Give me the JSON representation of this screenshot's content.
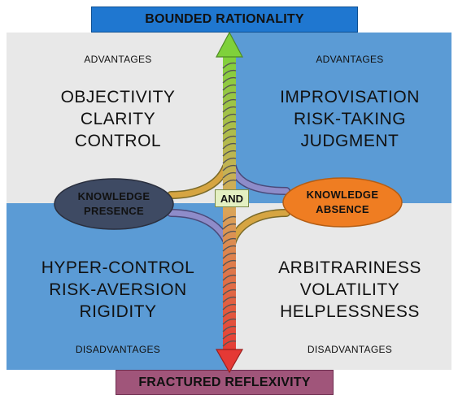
{
  "top_banner": {
    "label": "BOUNDED RATIONALITY"
  },
  "bottom_banner": {
    "label": "FRACTURED REFLEXIVITY"
  },
  "top_left": {
    "header": "ADVANTAGES",
    "items": [
      "OBJECTIVITY",
      "CLARITY",
      "CONTROL"
    ]
  },
  "top_right": {
    "header": "ADVANTAGES",
    "items": [
      "IMPROVISATION",
      "RISK-TAKING",
      "JUDGMENT"
    ]
  },
  "bottom_left": {
    "footer": "DISADVANTAGES",
    "items": [
      "HYPER-CONTROL",
      "RISK-AVERSION",
      "RIGIDITY"
    ]
  },
  "bottom_right": {
    "footer": "DISADVANTAGES",
    "items": [
      "ARBITRARINESS",
      "VOLATILITY",
      "HELPLESSNESS"
    ]
  },
  "knowledge_presence": {
    "line1": "KNOWLEDGE",
    "line2": "PRESENCE",
    "color": "#3e4a63"
  },
  "knowledge_absence": {
    "line1": "KNOWLEDGE",
    "line2": "ABSENCE",
    "color": "#ef7d22"
  },
  "connector": {
    "label": "AND"
  },
  "colors": {
    "light_quadrant": "#e8e8e8",
    "blue_quadrant": "#5b9bd5",
    "top_banner": "#1f77d0",
    "bottom_banner": "#a0557a",
    "arrow_up": "#7fd13b",
    "arrow_down": "#e53935",
    "gold_strand": "#d6a542",
    "purple_strand": "#8e8cc9"
  }
}
